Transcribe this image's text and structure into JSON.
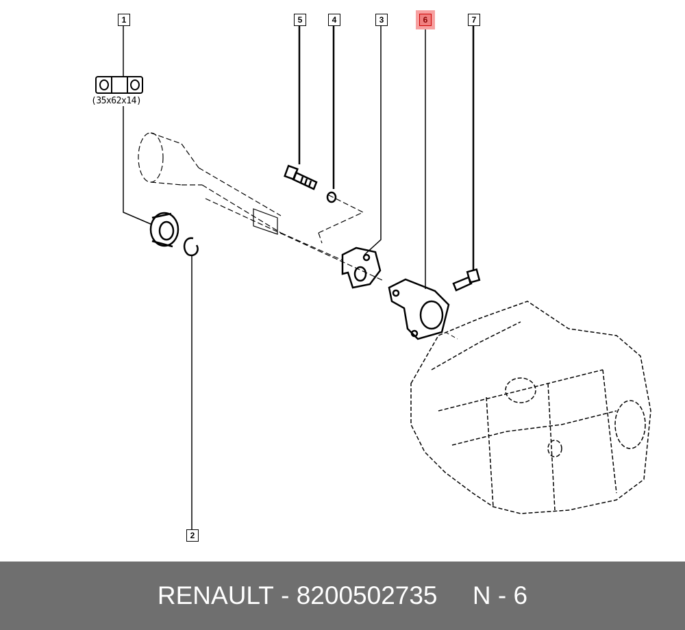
{
  "callouts": {
    "c1": "1",
    "c2": "2",
    "c3": "3",
    "c4": "4",
    "c5": "5",
    "c6": "6",
    "c7": "7"
  },
  "highlighted_callout": "6",
  "highlight_color": "#f08080",
  "bearing_dimensions": "(35x62x14)",
  "footer": {
    "brand": "RENAULT",
    "separator": " - ",
    "part_number": "8200502735",
    "position": "N - 6"
  }
}
